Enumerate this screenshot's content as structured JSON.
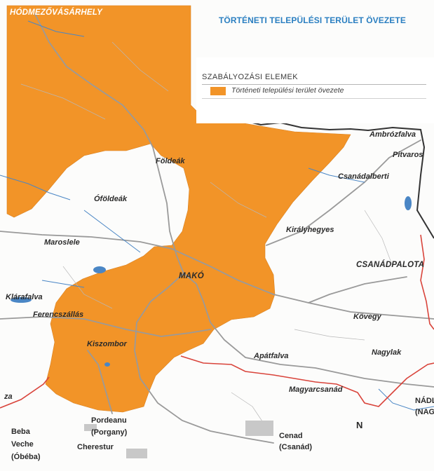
{
  "title": "TÖRTÉNETI TELEPÜLÉSI TERÜLET ÖVEZETE",
  "legend": {
    "heading": "SZABÁLYOZÁSI ELEMEK",
    "item": "Történeti települési terület övezete",
    "item_color": "#f29428"
  },
  "colors": {
    "zone": "#f29428",
    "roads": "#9a9a9a",
    "water": "#4a86c5",
    "border_red": "#d9443b",
    "border_black": "#333333"
  },
  "places": {
    "hodmezovasarhely": "HÓDMEZŐVÁSÁRHELY",
    "foldeak": "Földeák",
    "ofoldeak": "Óföldeák",
    "maroslele": "Maroslele",
    "mako": "MAKÓ",
    "klarafalva": "Klárafalva",
    "ferencszallas": "Ferencszállás",
    "kiszombor": "Kiszombor",
    "ambrozfalva": "Ambrózfalva",
    "pitvaros": "Pitvaros",
    "csanadalberti": "Csanádalberti",
    "kiralyhegyes": "Királyhegyes",
    "csanadpalota": "CSANÁDPALOTA",
    "kovegy": "Kövegy",
    "nagylak": "Nagylak",
    "apatfalva": "Apátfalva",
    "magyarcsanad": "Magyarcsanád",
    "za": "za",
    "beba": "Beba",
    "veche": "Veche",
    "obeba": "(Óbéba)",
    "pordeanu": "Pordeanu",
    "porgany": "(Porgany)",
    "cherestur": "Cherestur",
    "cenad": "Cenad",
    "csanad": "(Csanád)",
    "nadl": "NÁDL",
    "nag": "(NAG",
    "n_label": "N"
  }
}
